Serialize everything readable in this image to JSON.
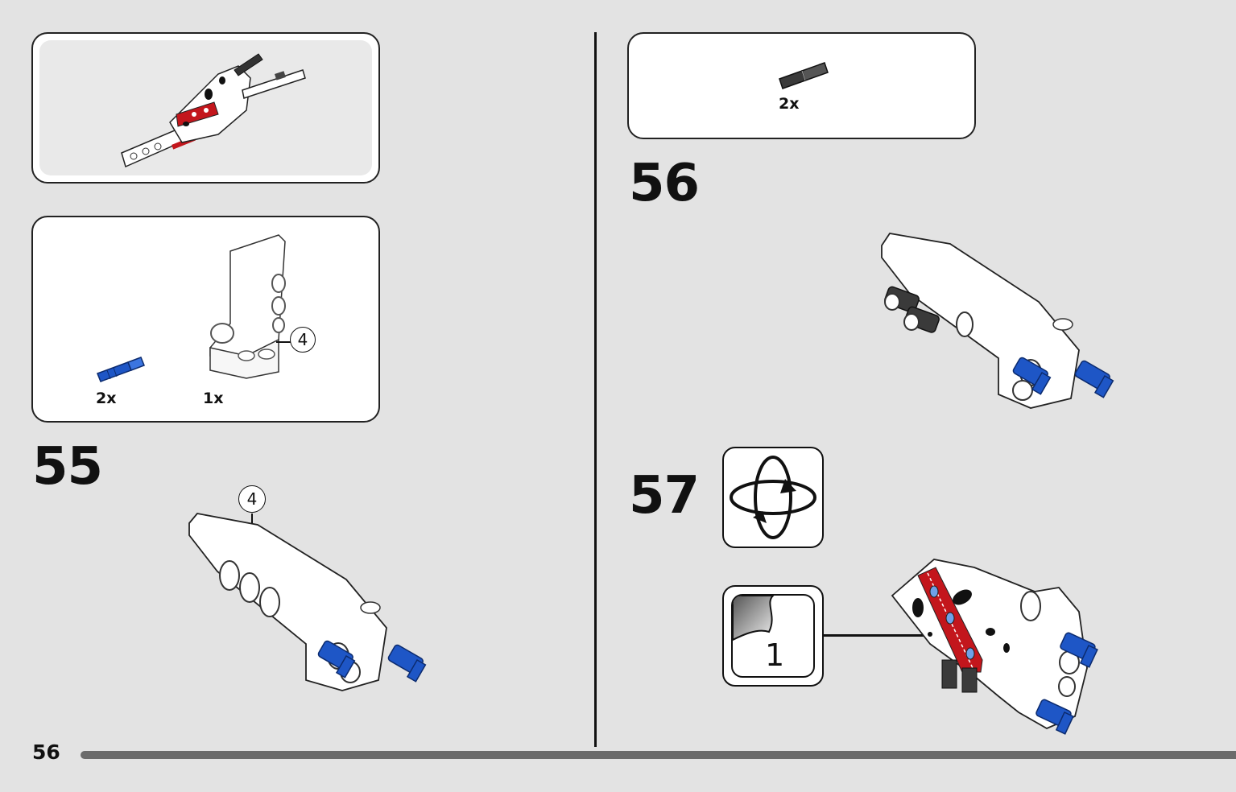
{
  "page": {
    "number": "56"
  },
  "left": {
    "submodel_box": {
      "icon": "submodel-assembly-icon"
    },
    "parts_box": {
      "parts": [
        {
          "icon": "blue-axle-pin-icon",
          "qty": "2x",
          "color": "#1e56c6"
        },
        {
          "icon": "white-panel-icon",
          "qty": "1x",
          "callout": "4"
        }
      ]
    },
    "step": {
      "number": "55",
      "callout": "4"
    }
  },
  "right": {
    "parts_box": {
      "parts": [
        {
          "icon": "black-pin-icon",
          "qty": "2x",
          "color": "#333333"
        }
      ]
    },
    "step56": {
      "number": "56"
    },
    "step57": {
      "number": "57",
      "rotate_icon": "rotate-model-icon",
      "sticker": {
        "icon": "sticker-icon",
        "label": "1"
      }
    }
  },
  "colors": {
    "background": "#e3e3e3",
    "accent_blue": "#1e56c6",
    "sticker_red": "#c3161c"
  }
}
